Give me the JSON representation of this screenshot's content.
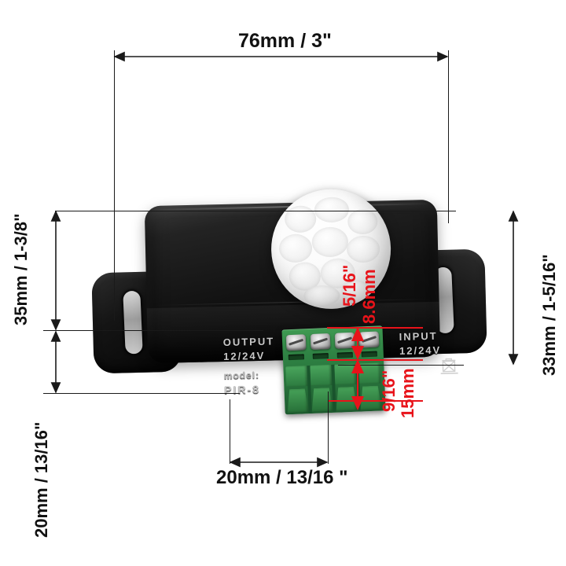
{
  "diagram": {
    "title": "PIR-8 motion sensor switch dimension diagram",
    "background_color": "#ffffff",
    "line_color": "#1a1a1a",
    "accent_color": "#e8131a"
  },
  "dimensions": {
    "width_top": "76mm / 3\"",
    "height_left_upper": "35mm / 1-3/8\"",
    "height_left_lower": "20mm / 13/16\"",
    "height_right": "33mm / 1-5/16\"",
    "width_bottom": "20mm / 13/16  \"",
    "red_upper_mm": "8.6mm",
    "red_upper_in": "5/16\"",
    "red_lower_mm": "15mm",
    "red_lower_in": "9/16\""
  },
  "device": {
    "output_label": "OUTPUT",
    "output_voltage": "12/24V",
    "model_label": "model:",
    "model_value": "PIR-8",
    "input_label": "INPUT",
    "input_voltage": "12/24V",
    "weee_icon": "crossed-out-wheelie-bin-icon",
    "dome_icon": "pir-fresnel-dome",
    "terminal_positions": 4,
    "housing_color": "#111111",
    "terminal_color": "#2f8344",
    "dome_color": "#ffffff"
  }
}
